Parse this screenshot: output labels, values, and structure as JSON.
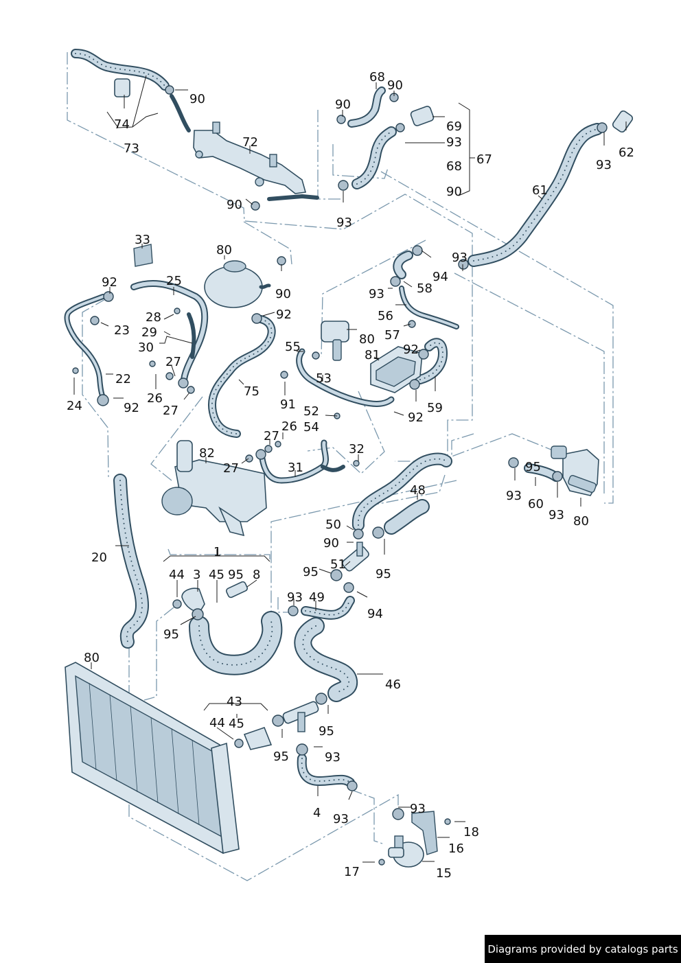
{
  "callouts": {
    "c73": "73",
    "c74": "74",
    "c90a": "90",
    "c72": "72",
    "c90b": "90",
    "c68a": "68",
    "c90c": "90",
    "c90d": "90",
    "c69": "69",
    "c93a": "93",
    "c67": "67",
    "c68b": "68",
    "c90e": "90",
    "c93b": "93",
    "c62": "62",
    "c93c": "93",
    "c61": "61",
    "c33": "33",
    "c80a": "80",
    "c90f": "90",
    "c92a": "92",
    "c25": "25",
    "c23": "23",
    "c28": "28",
    "c29": "29",
    "c30": "30",
    "c27a": "27",
    "c22": "22",
    "c24": "24",
    "c26a": "26",
    "c27b": "27",
    "c92b": "92",
    "c92c": "92",
    "c75": "75",
    "c93d": "93",
    "c94a": "94",
    "c58": "58",
    "c93e": "93",
    "c56": "56",
    "c57": "57",
    "c80b": "80",
    "c81": "81",
    "c92d": "92",
    "c55": "55",
    "c53": "53",
    "c91": "91",
    "c52": "52",
    "c54": "54",
    "c92e": "92",
    "c59": "59",
    "c82": "82",
    "c27c": "27",
    "c26b": "26",
    "c27d": "27",
    "c31": "31",
    "c32": "32",
    "c95a": "95",
    "c93f": "93",
    "c60": "60",
    "c93g": "93",
    "c80c": "80",
    "c48": "48",
    "c50": "50",
    "c90g": "90",
    "c95b": "95",
    "c51": "51",
    "c95c": "95",
    "c94b": "94",
    "c93h": "93",
    "c49": "49",
    "c20": "20",
    "c1": "1",
    "c44a": "44",
    "c3": "3",
    "c45a": "45",
    "c95d": "95",
    "c8": "8",
    "c95e": "95",
    "c80d": "80",
    "c46": "46",
    "c43": "43",
    "c44b": "44",
    "c45b": "45",
    "c95f": "95",
    "c95g": "95",
    "c93i": "93",
    "c4": "4",
    "c93j": "93",
    "c93k": "93",
    "c18": "18",
    "c16": "16",
    "c15": "15",
    "c17": "17"
  },
  "footer": {
    "credit": "Diagrams provided by catalogs parts"
  },
  "colors": {
    "outline": "#314e60",
    "metal": "#d8e4ec",
    "dashed_group_lines": "#7a98ad"
  }
}
